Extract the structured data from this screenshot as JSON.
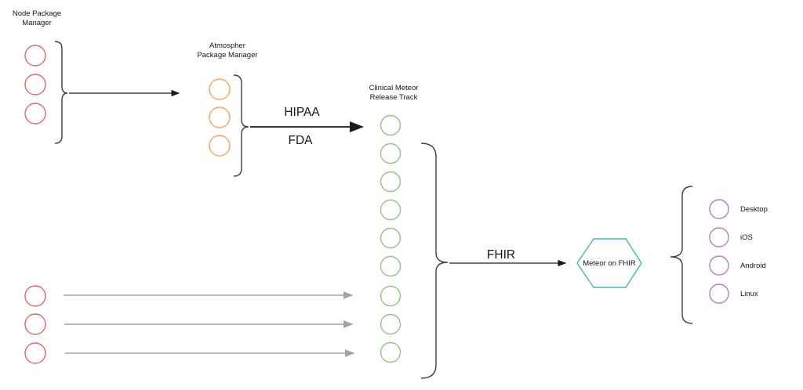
{
  "diagram": {
    "npm": {
      "title_line1": "Node Package",
      "title_line2": "Manager"
    },
    "apm": {
      "title_line1": "Atmospher",
      "title_line2": "Package Manager"
    },
    "cmrt": {
      "title_line1": "Clinical Meteor",
      "title_line2": "Release Track"
    },
    "hexagon": {
      "label": "Meteor on FHIR"
    },
    "arrow_labels": {
      "hipaa": "HIPAA",
      "fda": "FDA",
      "fhir": "FHIR"
    },
    "platforms": [
      {
        "label": "Desktop"
      },
      {
        "label": "iOS"
      },
      {
        "label": "Android"
      },
      {
        "label": "Linux"
      }
    ],
    "colors": {
      "npm_circle": "#e06666",
      "apm_circle": "#f4a460",
      "cmrt_circle": "#93c47d",
      "platform_circle": "#b87cc6",
      "hexagon_border": "#45b8ac",
      "brace": "#3d3d3d",
      "arrow_black": "#1a1a1a",
      "arrow_gray": "#a3a3a3"
    }
  }
}
